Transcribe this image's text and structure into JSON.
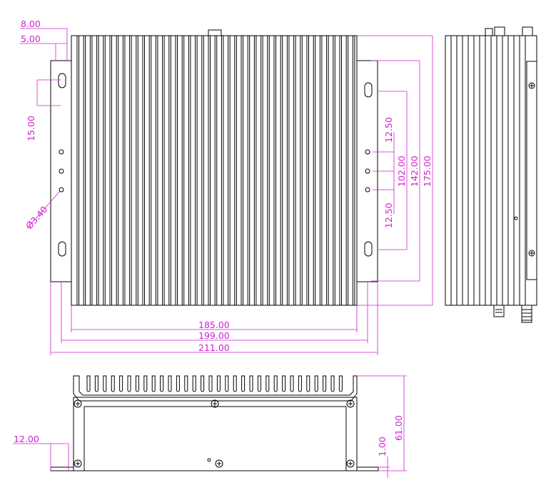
{
  "colors": {
    "line": "#000000",
    "dimension": "#d020d0",
    "background": "#ffffff"
  },
  "dimensions": {
    "top_offset_8": "8.00",
    "top_offset_5": "5.00",
    "slot_spacing_15": "15.00",
    "hole_diameter": "Ø3.40",
    "hole_pitch_top": "12.50",
    "hole_pitch_bottom": "12.50",
    "slot_span_102": "102.00",
    "bracket_span_142": "142.00",
    "overall_height_175": "175.00",
    "body_width_185": "185.00",
    "slot_width_199": "199.00",
    "overall_width_211": "211.00",
    "flange_offset_12": "12.00",
    "flange_thickness_1": "1.00",
    "overall_depth_61": "61.00"
  },
  "views": {
    "top": "top-view",
    "side": "side-view",
    "front": "front-view"
  }
}
